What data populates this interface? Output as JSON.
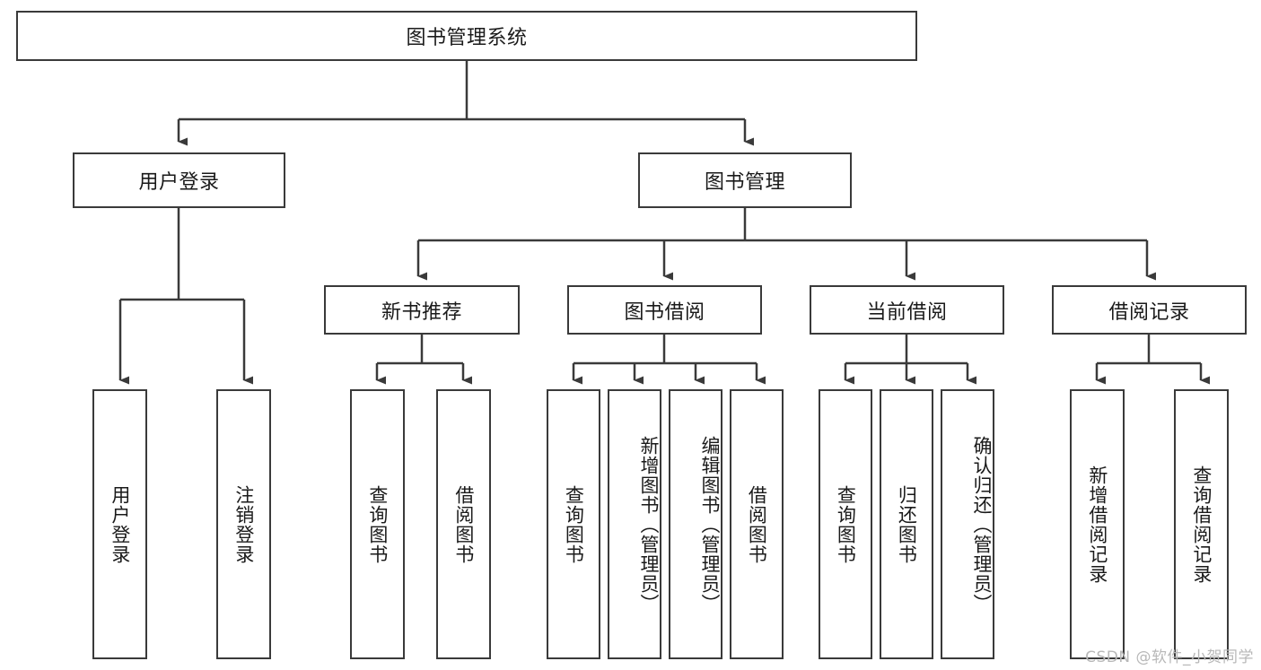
{
  "diagram": {
    "type": "tree-hierarchy-chart",
    "title": "图书管理系统",
    "watermark": "CSDN @软件_小贺同学",
    "colors": {
      "box_border": "#3a3a3a",
      "box_fill": "#ffffff",
      "connector": "#3a3a3a",
      "text": "#1a1a1a",
      "watermark": "#b8b8b8",
      "background": "#ffffff"
    },
    "root": {
      "label": "图书管理系统"
    },
    "level2": [
      {
        "label": "用户登录"
      },
      {
        "label": "图书管理"
      }
    ],
    "level3": [
      {
        "label": "新书推荐"
      },
      {
        "label": "图书借阅"
      },
      {
        "label": "当前借阅"
      },
      {
        "label": "借阅记录"
      }
    ],
    "leaves": {
      "user_login": [
        {
          "label": "用户登录"
        },
        {
          "label": "注销登录"
        }
      ],
      "new_book_recommend": [
        {
          "label": "查询图书"
        },
        {
          "label": "借阅图书"
        }
      ],
      "book_borrow": [
        {
          "label": "查询图书"
        },
        {
          "label": "新增图书（管理员）"
        },
        {
          "label": "编辑图书（管理员）"
        },
        {
          "label": "借阅图书"
        }
      ],
      "current_borrow": [
        {
          "label": "查询图书"
        },
        {
          "label": "归还图书"
        },
        {
          "label": "确认归还（管理员）"
        }
      ],
      "borrow_record": [
        {
          "label": "新增借阅记录"
        },
        {
          "label": "查询借阅记录"
        }
      ]
    }
  }
}
